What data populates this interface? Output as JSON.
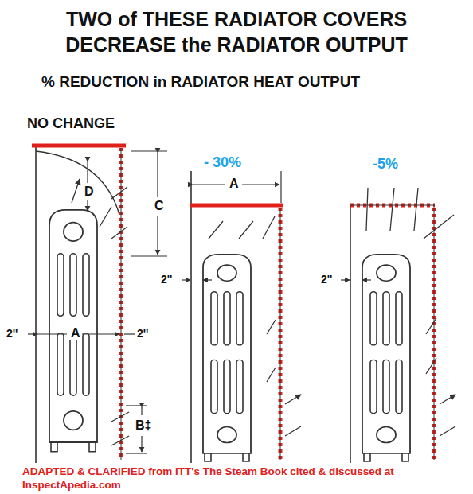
{
  "diagram": {
    "title": "TWO of THESE RADIATOR COVERS DECREASE the RADIATOR OUTPUT",
    "caption": "ADAPTED & CLARIFIED from ITT's The Steam Book cited & discussed at InspectApedia.com",
    "labels": [
      "% REDUCTION in RADIATOR HEAT OUTPUT",
      "NO CHANGE",
      "- 30%",
      "-5%",
      "D",
      "C",
      "2''",
      "A",
      "2''",
      "B‡",
      "A",
      "2''",
      "2''"
    ]
  }
}
